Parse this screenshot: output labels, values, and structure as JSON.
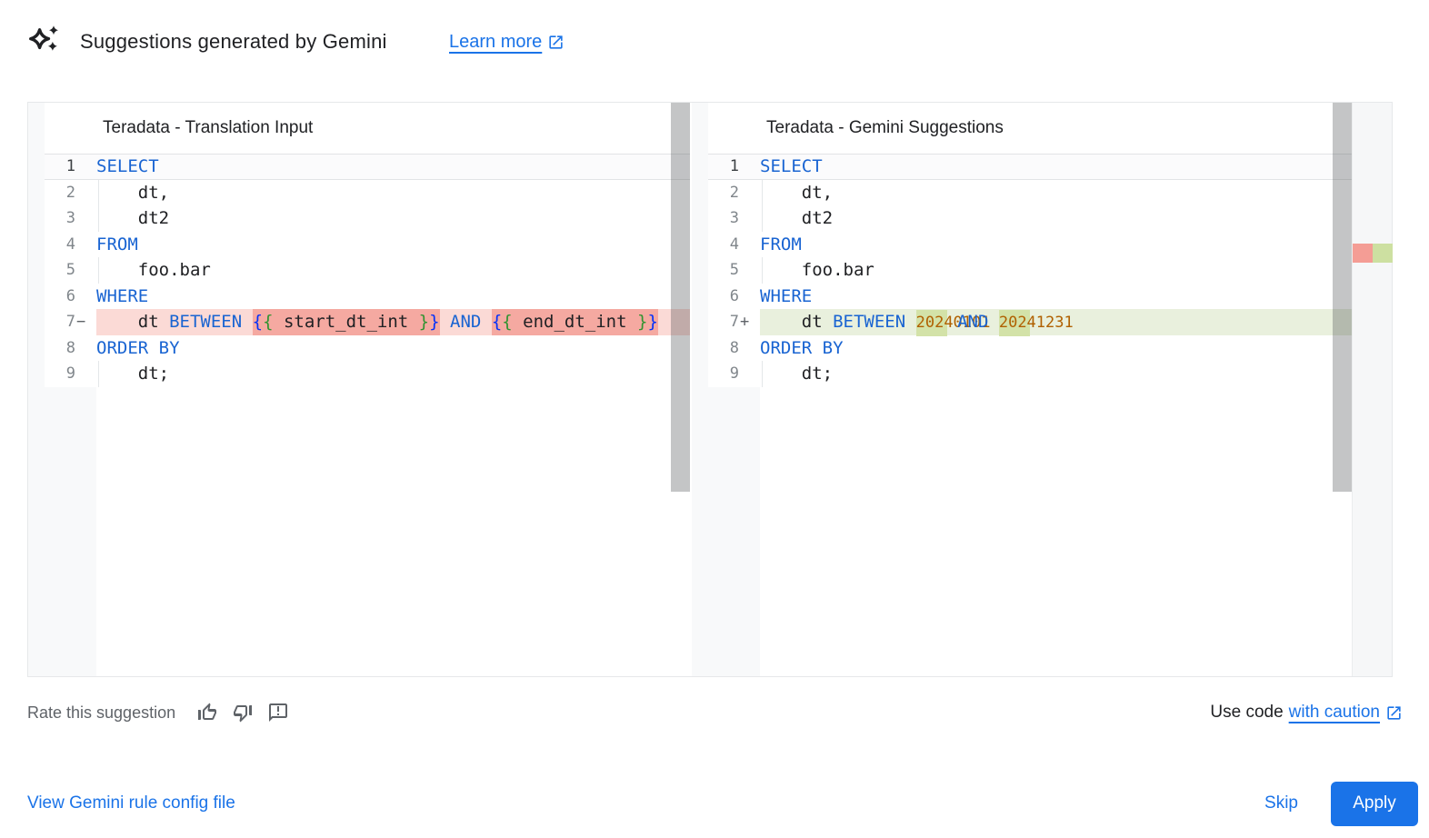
{
  "colors": {
    "accent": "#1a73e8",
    "keyword": "#1964d2",
    "number_literal": "#b06000",
    "bracket_outer": "#0431fa",
    "bracket_inner": "#319331",
    "diff_delete_line": "#fbdad6",
    "diff_delete_word": "#f5a9a1",
    "diff_insert_line": "#e9f0dd",
    "diff_insert_word": "#d3e2a8",
    "text_primary": "#202124",
    "text_secondary": "#5f6368"
  },
  "header": {
    "title": "Suggestions generated by Gemini",
    "learn_more_label": "Learn more"
  },
  "diff": {
    "left": {
      "title": "Teradata - Translation Input",
      "lines": [
        {
          "num": "1",
          "sign": "",
          "current": true,
          "tokens": [
            {
              "t": "SELECT",
              "c": "kw"
            }
          ]
        },
        {
          "num": "2",
          "sign": "",
          "indent": true,
          "tokens": [
            {
              "t": "    dt,",
              "c": "pl"
            }
          ]
        },
        {
          "num": "3",
          "sign": "",
          "indent": true,
          "tokens": [
            {
              "t": "    dt2",
              "c": "pl"
            }
          ]
        },
        {
          "num": "4",
          "sign": "",
          "tokens": [
            {
              "t": "FROM",
              "c": "kw"
            }
          ]
        },
        {
          "num": "5",
          "sign": "",
          "indent": true,
          "tokens": [
            {
              "t": "    foo.bar",
              "c": "pl"
            }
          ]
        },
        {
          "num": "6",
          "sign": "",
          "tokens": [
            {
              "t": "WHERE",
              "c": "kw"
            }
          ]
        },
        {
          "num": "7",
          "sign": "−",
          "diff": "del",
          "tokens": [
            {
              "t": "    dt ",
              "c": "pl"
            },
            {
              "t": "BETWEEN",
              "c": "kw"
            },
            {
              "t": " ",
              "c": "pl"
            },
            {
              "t": "{",
              "c": "b1",
              "h": true
            },
            {
              "t": "{",
              "c": "b2",
              "h": true
            },
            {
              "t": " start_dt_int ",
              "c": "pl",
              "h": true
            },
            {
              "t": "}",
              "c": "b2",
              "h": true
            },
            {
              "t": "}",
              "c": "b1",
              "h": true
            },
            {
              "t": " ",
              "c": "pl"
            },
            {
              "t": "AND",
              "c": "kw"
            },
            {
              "t": " ",
              "c": "pl"
            },
            {
              "t": "{",
              "c": "b1",
              "h": true
            },
            {
              "t": "{",
              "c": "b2",
              "h": true
            },
            {
              "t": " end_dt_int ",
              "c": "pl",
              "h": true
            },
            {
              "t": "}",
              "c": "b2",
              "h": true
            },
            {
              "t": "}",
              "c": "b1",
              "h": true
            }
          ]
        },
        {
          "num": "8",
          "sign": "",
          "tokens": [
            {
              "t": "ORDER BY",
              "c": "kw"
            }
          ]
        },
        {
          "num": "9",
          "sign": "",
          "indent": true,
          "tokens": [
            {
              "t": "    dt;",
              "c": "pl"
            }
          ]
        }
      ]
    },
    "right": {
      "title": "Teradata - Gemini Suggestions",
      "lines": [
        {
          "num": "1",
          "sign": "",
          "current": true,
          "tokens": [
            {
              "t": "SELECT",
              "c": "kw"
            }
          ]
        },
        {
          "num": "2",
          "sign": "",
          "indent": true,
          "tokens": [
            {
              "t": "    dt,",
              "c": "pl"
            }
          ]
        },
        {
          "num": "3",
          "sign": "",
          "indent": true,
          "tokens": [
            {
              "t": "    dt2",
              "c": "pl"
            }
          ]
        },
        {
          "num": "4",
          "sign": "",
          "tokens": [
            {
              "t": "FROM",
              "c": "kw"
            }
          ]
        },
        {
          "num": "5",
          "sign": "",
          "indent": true,
          "tokens": [
            {
              "t": "    foo.bar",
              "c": "pl"
            }
          ]
        },
        {
          "num": "6",
          "sign": "",
          "tokens": [
            {
              "t": "WHERE",
              "c": "kw"
            }
          ]
        },
        {
          "num": "7",
          "sign": "+",
          "diff": "ins",
          "tokens": [
            {
              "t": "    dt ",
              "c": "pl"
            },
            {
              "t": "BETWEEN",
              "c": "kw"
            },
            {
              "t": " ",
              "c": "pl"
            },
            {
              "t": "20240101",
              "c": "num",
              "h": true
            },
            {
              "t": " ",
              "c": "pl"
            },
            {
              "t": "AND",
              "c": "kw"
            },
            {
              "t": " ",
              "c": "pl"
            },
            {
              "t": "20241231",
              "c": "num",
              "h": true
            }
          ]
        },
        {
          "num": "8",
          "sign": "",
          "tokens": [
            {
              "t": "ORDER BY",
              "c": "kw"
            }
          ]
        },
        {
          "num": "9",
          "sign": "",
          "indent": true,
          "tokens": [
            {
              "t": "    dt;",
              "c": "pl"
            }
          ]
        }
      ]
    }
  },
  "footer": {
    "rate_label": "Rate this suggestion",
    "use_code_prefix": "Use code",
    "use_code_link": "with caution",
    "view_config_label": "View Gemini rule config file",
    "skip_label": "Skip",
    "apply_label": "Apply"
  }
}
